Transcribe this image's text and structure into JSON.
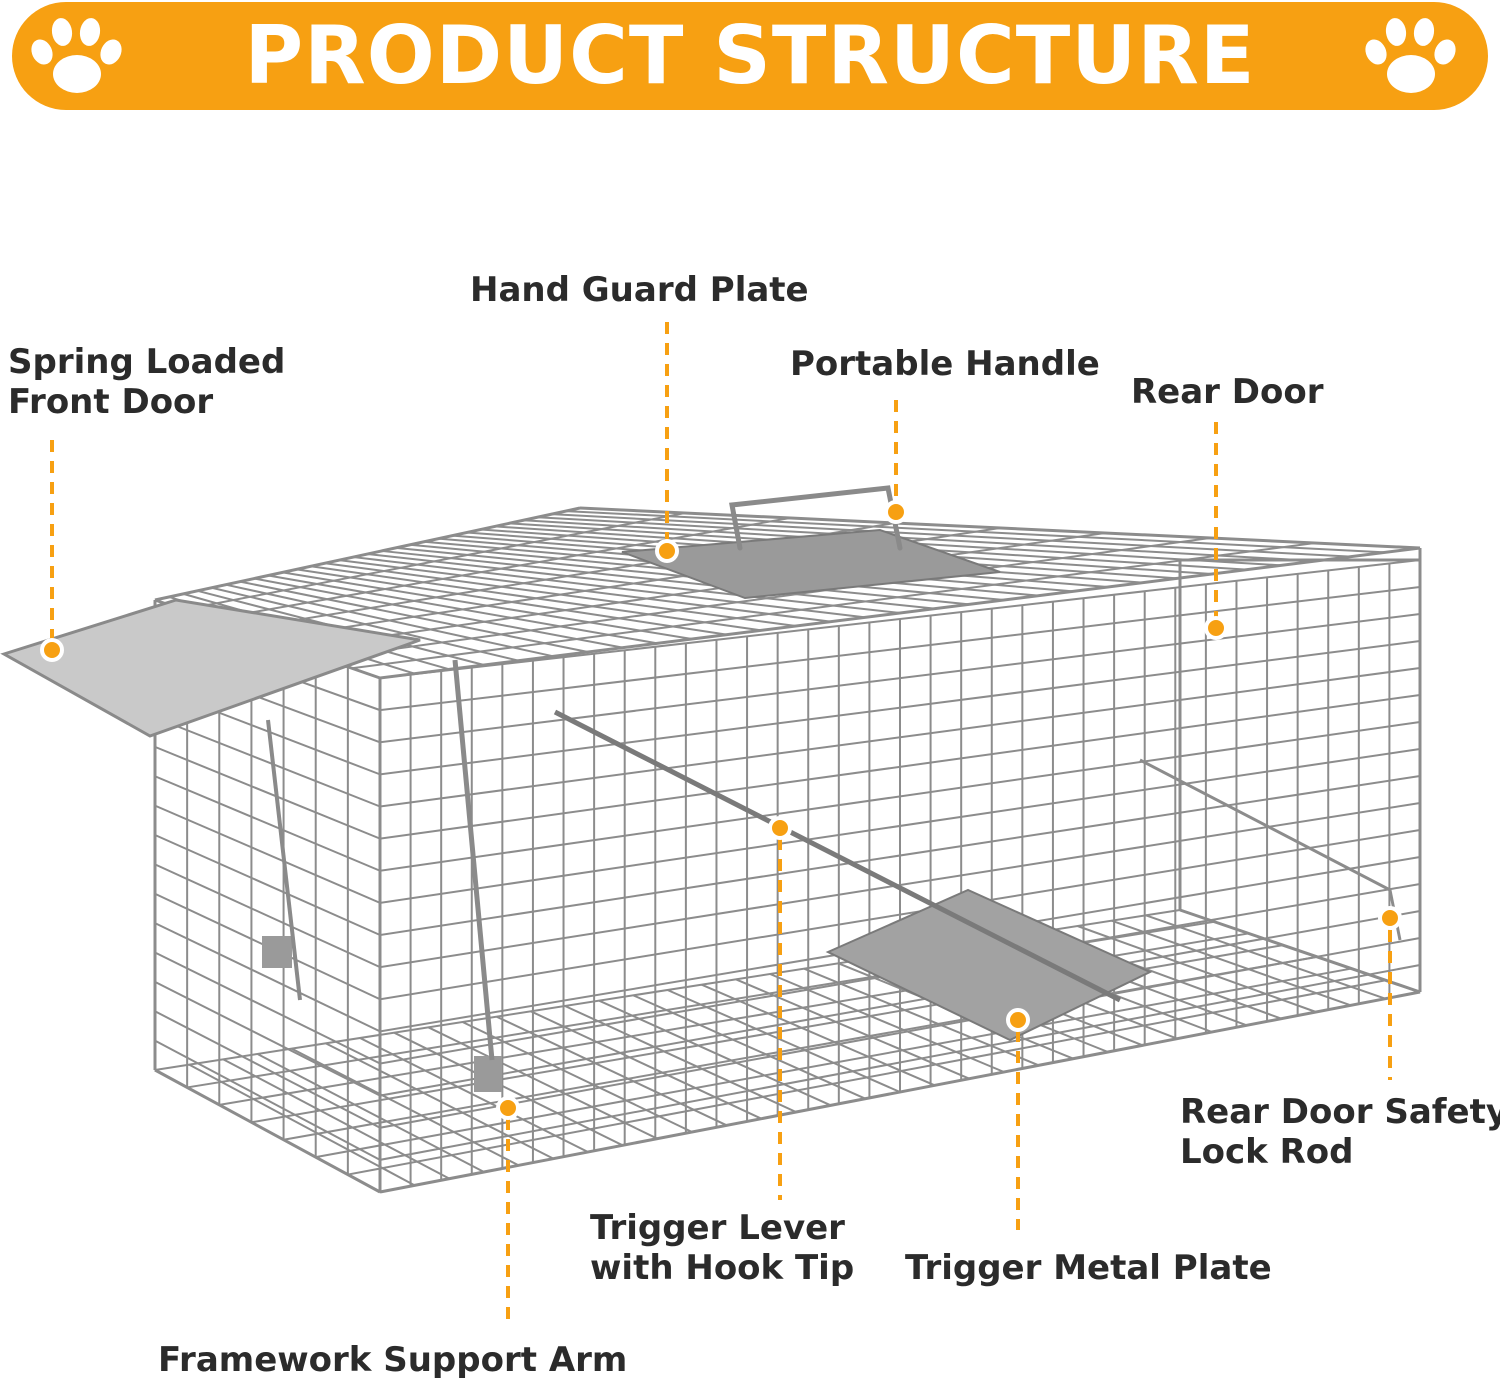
{
  "header": {
    "title": "PRODUCT STRUCTURE",
    "banner_color": "#F7A012",
    "icon": "paw-print-icon"
  },
  "callouts": {
    "hand_guard_plate": {
      "lines": [
        "Hand Guard Plate"
      ]
    },
    "spring_loaded_front_door": {
      "lines": [
        "Spring Loaded",
        "Front Door"
      ]
    },
    "portable_handle": {
      "lines": [
        "Portable Handle"
      ]
    },
    "rear_door": {
      "lines": [
        "Rear Door"
      ]
    },
    "rear_door_safety_lock_rod": {
      "lines": [
        "Rear Door Safety",
        "Lock Rod"
      ]
    },
    "trigger_lever_with_hook_tip": {
      "lines": [
        "Trigger Lever",
        "with Hook Tip"
      ]
    },
    "trigger_metal_plate": {
      "lines": [
        "Trigger Metal Plate"
      ]
    },
    "framework_support_arm": {
      "lines": [
        "Framework Support Arm"
      ]
    }
  },
  "colors": {
    "accent": "#F7A012",
    "wire": "#8c8c8c",
    "plate": "#9a9a9a",
    "text": "#2b2b2b"
  }
}
